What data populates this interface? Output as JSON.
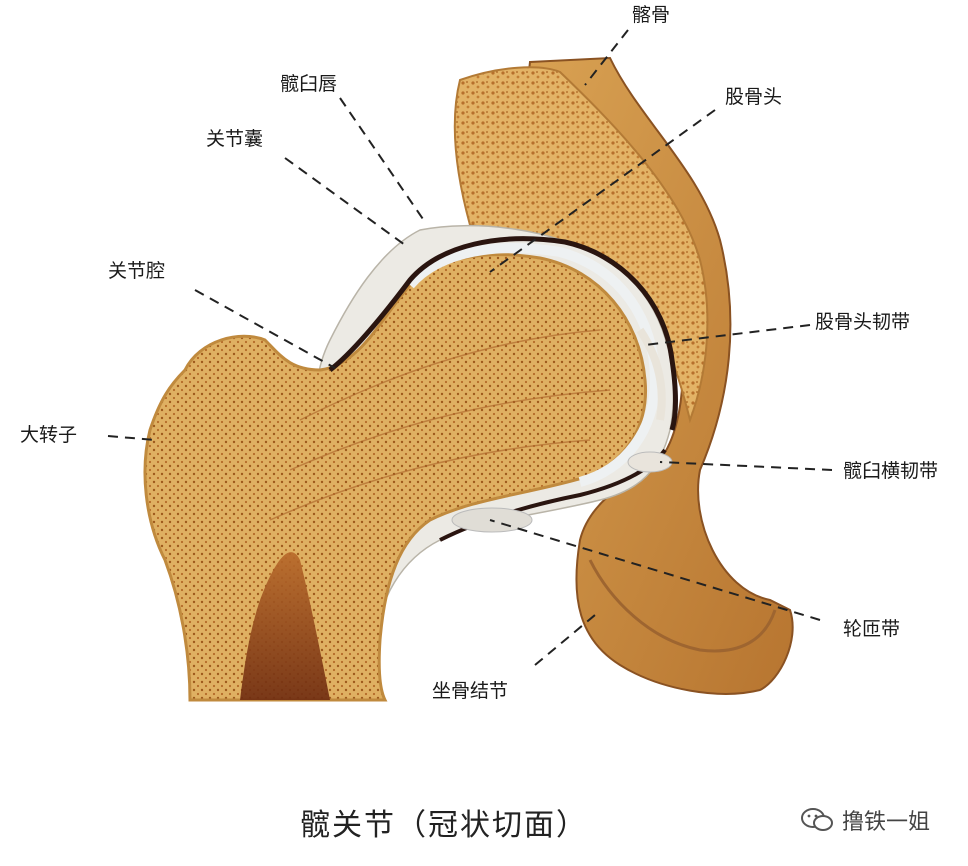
{
  "labels": {
    "qiagu": "髂骨",
    "kuanbaichun": "髋臼唇",
    "guanjienang": "关节囊",
    "guguto": "股骨头",
    "guanjieqiang": "关节腔",
    "guguotoudai": "股骨头韧带",
    "dazhuanzi": "大转子",
    "kuanbaihengdai": "髋臼横韧带",
    "lunzadai": "轮匝带",
    "zuogujiejie": "坐骨结节"
  },
  "caption": "髋关节（冠状切面）",
  "watermark": "撸铁一姐",
  "colors": {
    "bone_outer": "#e8c67a",
    "bone_cancellous": "#d9a14f",
    "bone_dark": "#a5521c",
    "cartilage": "#e6ecef",
    "capsule": "#f2eee6",
    "cavity": "#2a1510",
    "pelvis": "#c98c3f"
  }
}
